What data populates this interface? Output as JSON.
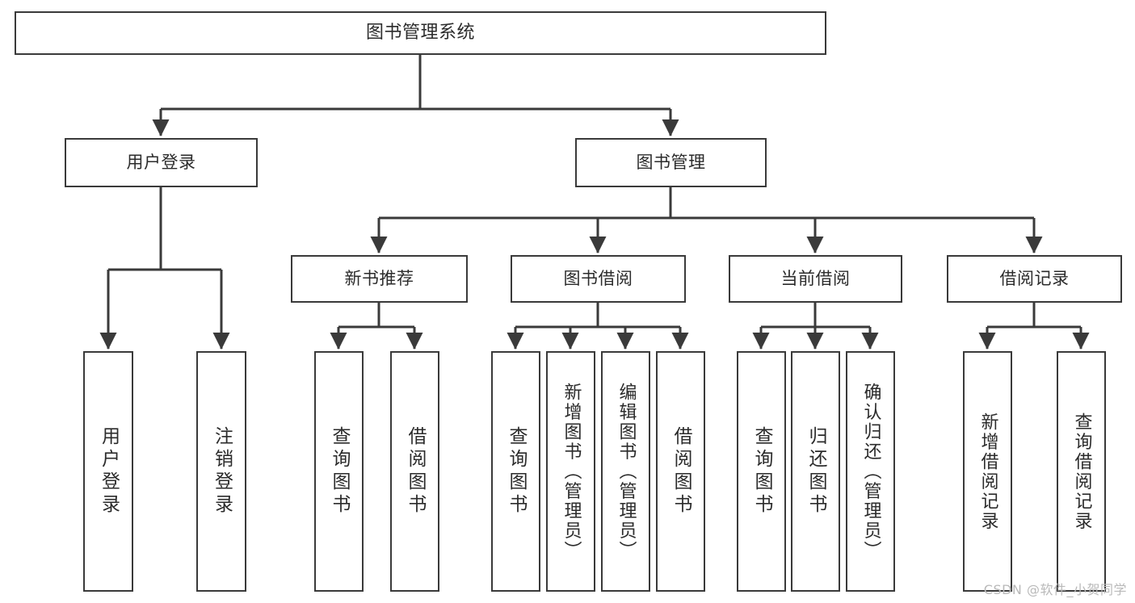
{
  "diagram": {
    "type": "tree-hierarchy-flowchart",
    "title": "图书管理系统",
    "root": {
      "id": "root",
      "label": "图书管理系统"
    },
    "level1": [
      {
        "id": "user-login",
        "label": "用户登录"
      },
      {
        "id": "book-manage",
        "label": "图书管理"
      }
    ],
    "level2": [
      {
        "id": "new-book-rec",
        "label": "新书推荐",
        "parent": "book-manage"
      },
      {
        "id": "book-borrow",
        "label": "图书借阅",
        "parent": "book-manage"
      },
      {
        "id": "current-borrow",
        "label": "当前借阅",
        "parent": "book-manage"
      },
      {
        "id": "borrow-record",
        "label": "借阅记录",
        "parent": "book-manage"
      }
    ],
    "leaves": [
      {
        "id": "leaf-user-login",
        "label": "用户登录",
        "parent": "user-login"
      },
      {
        "id": "leaf-user-logout",
        "label": "注销登录",
        "parent": "user-login"
      },
      {
        "id": "leaf-query-book-1",
        "label": "查询图书",
        "parent": "new-book-rec"
      },
      {
        "id": "leaf-borrow-book-1",
        "label": "借阅图书",
        "parent": "new-book-rec"
      },
      {
        "id": "leaf-query-book-2",
        "label": "查询图书",
        "parent": "book-borrow"
      },
      {
        "id": "leaf-add-book",
        "label": "新增图书（管理员）",
        "parent": "book-borrow"
      },
      {
        "id": "leaf-edit-book",
        "label": "编辑图书（管理员）",
        "parent": "book-borrow"
      },
      {
        "id": "leaf-borrow-book-2",
        "label": "借阅图书",
        "parent": "book-borrow"
      },
      {
        "id": "leaf-query-book-3",
        "label": "查询图书",
        "parent": "current-borrow"
      },
      {
        "id": "leaf-return-book",
        "label": "归还图书",
        "parent": "current-borrow"
      },
      {
        "id": "leaf-confirm-return",
        "label": "确认归还（管理员）",
        "parent": "current-borrow"
      },
      {
        "id": "leaf-add-record",
        "label": "新增借阅记录",
        "parent": "borrow-record"
      },
      {
        "id": "leaf-query-record",
        "label": "查询借阅记录",
        "parent": "borrow-record"
      }
    ],
    "watermark": "CSDN @软件_小贺同学",
    "colors": {
      "background": "#ffffff",
      "box_border": "#3a3a3a",
      "box_fill": "#ffffff",
      "text": "#2b2b2b",
      "connector": "#3a3a3a",
      "watermark": "#b9b9b9"
    }
  }
}
